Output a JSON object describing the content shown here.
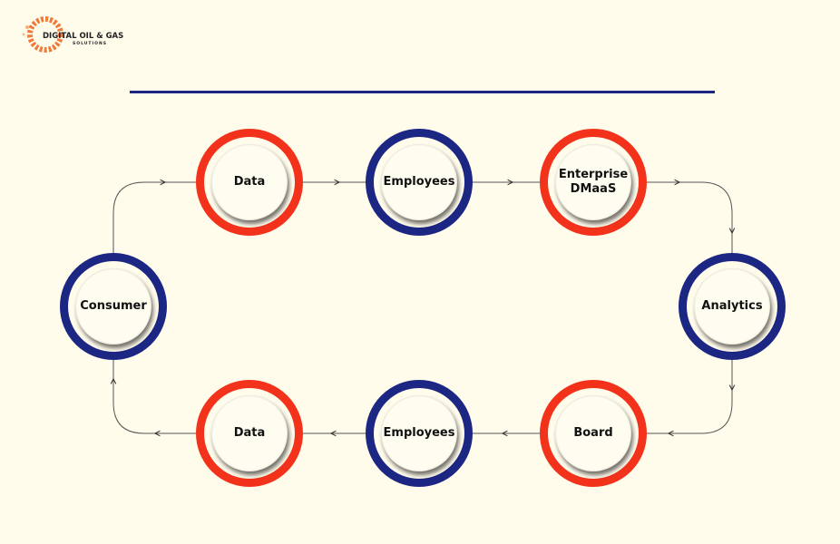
{
  "logo": {
    "name": "DIGITAL OIL & GAS",
    "sub": "SOLUTIONS"
  },
  "colors": {
    "red": "#f2321a",
    "navy": "#1c2683",
    "background": "#fffcec"
  },
  "nodes": [
    {
      "label": "Data",
      "ring": "red"
    },
    {
      "label": "Employees",
      "ring": "navy"
    },
    {
      "label": "Enterprise DMaaS",
      "ring": "red"
    },
    {
      "label": "Analytics",
      "ring": "navy"
    },
    {
      "label": "Board",
      "ring": "red"
    },
    {
      "label": "Employees",
      "ring": "navy"
    },
    {
      "label": "Data",
      "ring": "red"
    },
    {
      "label": "Consumer",
      "ring": "navy"
    }
  ]
}
